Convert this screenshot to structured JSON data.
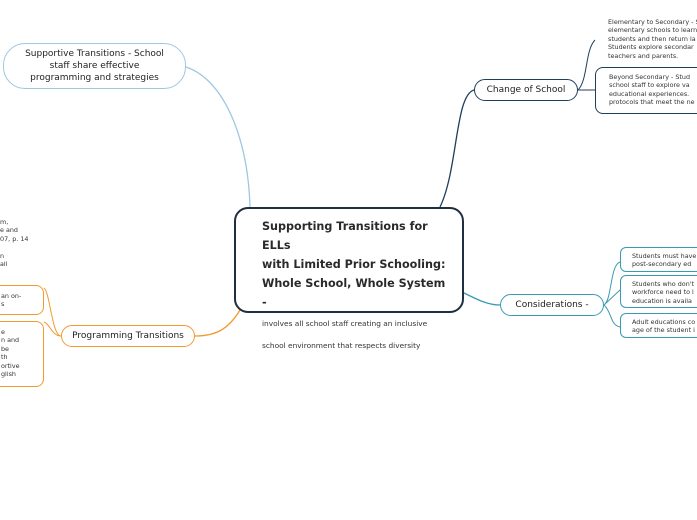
{
  "central": {
    "title_lines": [
      "Supporting Transitions for ELLs",
      "with Limited Prior Schooling:",
      "Whole School, Whole System -"
    ],
    "subtitle_lines": [
      "involves all school staff creating an inclusive",
      "school environment that respects diversity"
    ]
  },
  "supportive": {
    "lines": [
      "Supportive Transitions - School",
      "staff share effective",
      "programming and strategies"
    ]
  },
  "change": {
    "label": "Change of School",
    "leaf1_lines": [
      "Elementary to Secondary - S",
      "elementary schools to learn",
      "students and then return la",
      "Students explore secondar",
      "teachers and parents."
    ],
    "leaf2_lines": [
      "Beyond Secondary -  Stud",
      "school staff to explore va",
      "educational experiences.",
      "protocols that meet the ne"
    ]
  },
  "considerations": {
    "label": "Considerations -",
    "leaf1_lines": [
      "Students must have",
      "post-secondary ed"
    ],
    "leaf2_lines": [
      "Students who don't",
      "workforce need to l",
      "education is availa"
    ],
    "leaf3_lines": [
      "Adult educations co",
      "age of the student i"
    ]
  },
  "programming": {
    "label": "Programming Transitions",
    "top_lines": [
      "m,",
      "e and",
      "07, p. 14",
      "",
      "n",
      "all"
    ],
    "leaf1_lines": [
      "an on-",
      "s"
    ],
    "leaf2_lines": [
      "e",
      "n and",
      "be",
      "th",
      "ortive",
      "glish"
    ]
  },
  "colors": {
    "central": "#1f2f3f",
    "supportive": "#9ec8e0",
    "change": "#1f3f5a",
    "considerations": "#3a9ab2",
    "programming": "#f29a2e"
  }
}
